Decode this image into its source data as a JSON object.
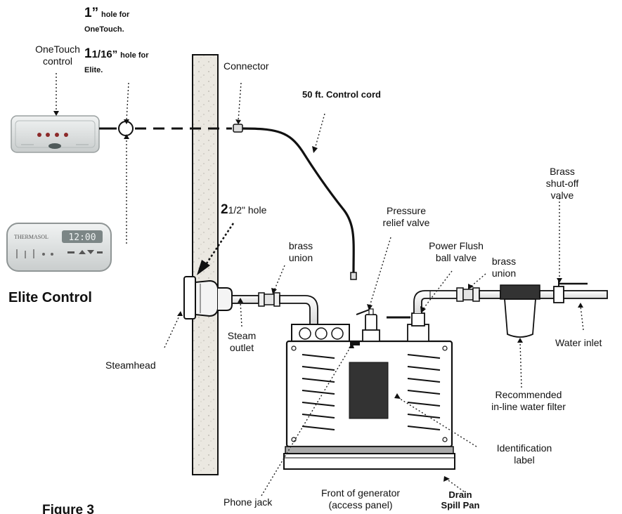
{
  "hole_note": {
    "onetouch_size": "1”",
    "onetouch_text": "hole for",
    "onetouch_product": "OneTouch.",
    "elite_size_whole": "1",
    "elite_size_fraction": "1/16”",
    "elite_text": "hole for",
    "elite_product": "Elite."
  },
  "labels": {
    "onetouch_line1": "OneTouch",
    "onetouch_line2": "control",
    "connector": "Connector",
    "control_cord": "50 ft. Control cord",
    "hole_whole": "2",
    "hole_rest": "1/2\" hole",
    "elite_control": "Elite Control",
    "brass_union_1_line1": "brass",
    "brass_union_1_line2": "union",
    "pressure_relief_line1": "Pressure",
    "pressure_relief_line2": "relief valve",
    "power_flush_line1": "Power Flush",
    "power_flush_line2": "ball valve",
    "brass_union_2_line1": "brass",
    "brass_union_2_line2": "union",
    "shutoff_line1": "Brass",
    "shutoff_line2": "shut-off",
    "shutoff_line3": "valve",
    "steamhead": "Steamhead",
    "steam_outlet_line1": "Steam",
    "steam_outlet_line2": "outlet",
    "water_inlet": "Water inlet",
    "filter_line1": "Recommended",
    "filter_line2": "in-line water filter",
    "id_label_line1": "Identification",
    "id_label_line2": "label",
    "phone_jack": "Phone jack",
    "front_line1": "Front of generator",
    "front_line2": "(access panel)",
    "drain_line1": "Drain",
    "drain_line2": "Spill Pan",
    "figure": "Figure 3"
  },
  "elite_panel": {
    "brand": "THERMASOL",
    "display": "12:00"
  },
  "colors": {
    "ink": "#111111",
    "wall_fill": "#e9e6df",
    "panel_fill": "#dfe2e2",
    "button_red": "#8c2a2a"
  }
}
